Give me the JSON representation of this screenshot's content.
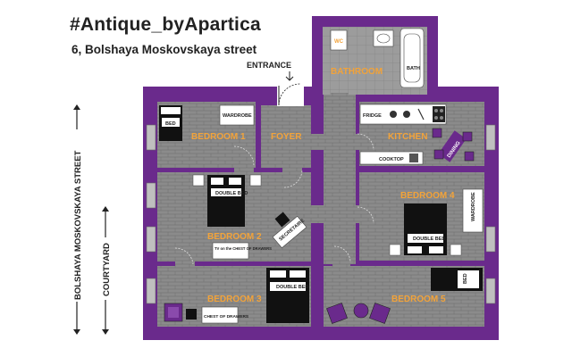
{
  "header": {
    "title": "#Antique_byApartica",
    "address": "6, Bolshaya Moskovskaya street"
  },
  "labels": {
    "entrance": "ENTRANCE",
    "street_side": "BOLSHAYA MOSKOVSKAYA STREET",
    "courtyard": "COURTYARD"
  },
  "rooms": {
    "bathroom": "BATHROOM",
    "bedroom1": "BEDROOM 1",
    "foyer": "FOYER",
    "kitchen": "KITCHEN",
    "bedroom2": "BEDROOM 2",
    "bedroom4": "BEDROOM 4",
    "bedroom3": "BEDROOM 3",
    "bedroom5": "BEDROOM 5"
  },
  "furniture": {
    "wc": "WC",
    "bath": "BATH",
    "wardrobe": "WARDROBE",
    "bed": "BED",
    "double_bed": "DOUBLE BED",
    "fridge": "FRIDGE",
    "cooktop": "COOKTOP",
    "dining": "DINING",
    "secretaire": "SECRETAIRE",
    "tv_chest": "TV on the CHEST OF DRAWERS",
    "chest_of_drawers": "CHEST OF DRAWERS"
  },
  "colors": {
    "wall": "#6a2a8c",
    "floor": "#8e8e8e",
    "label": "#f2a33a"
  }
}
